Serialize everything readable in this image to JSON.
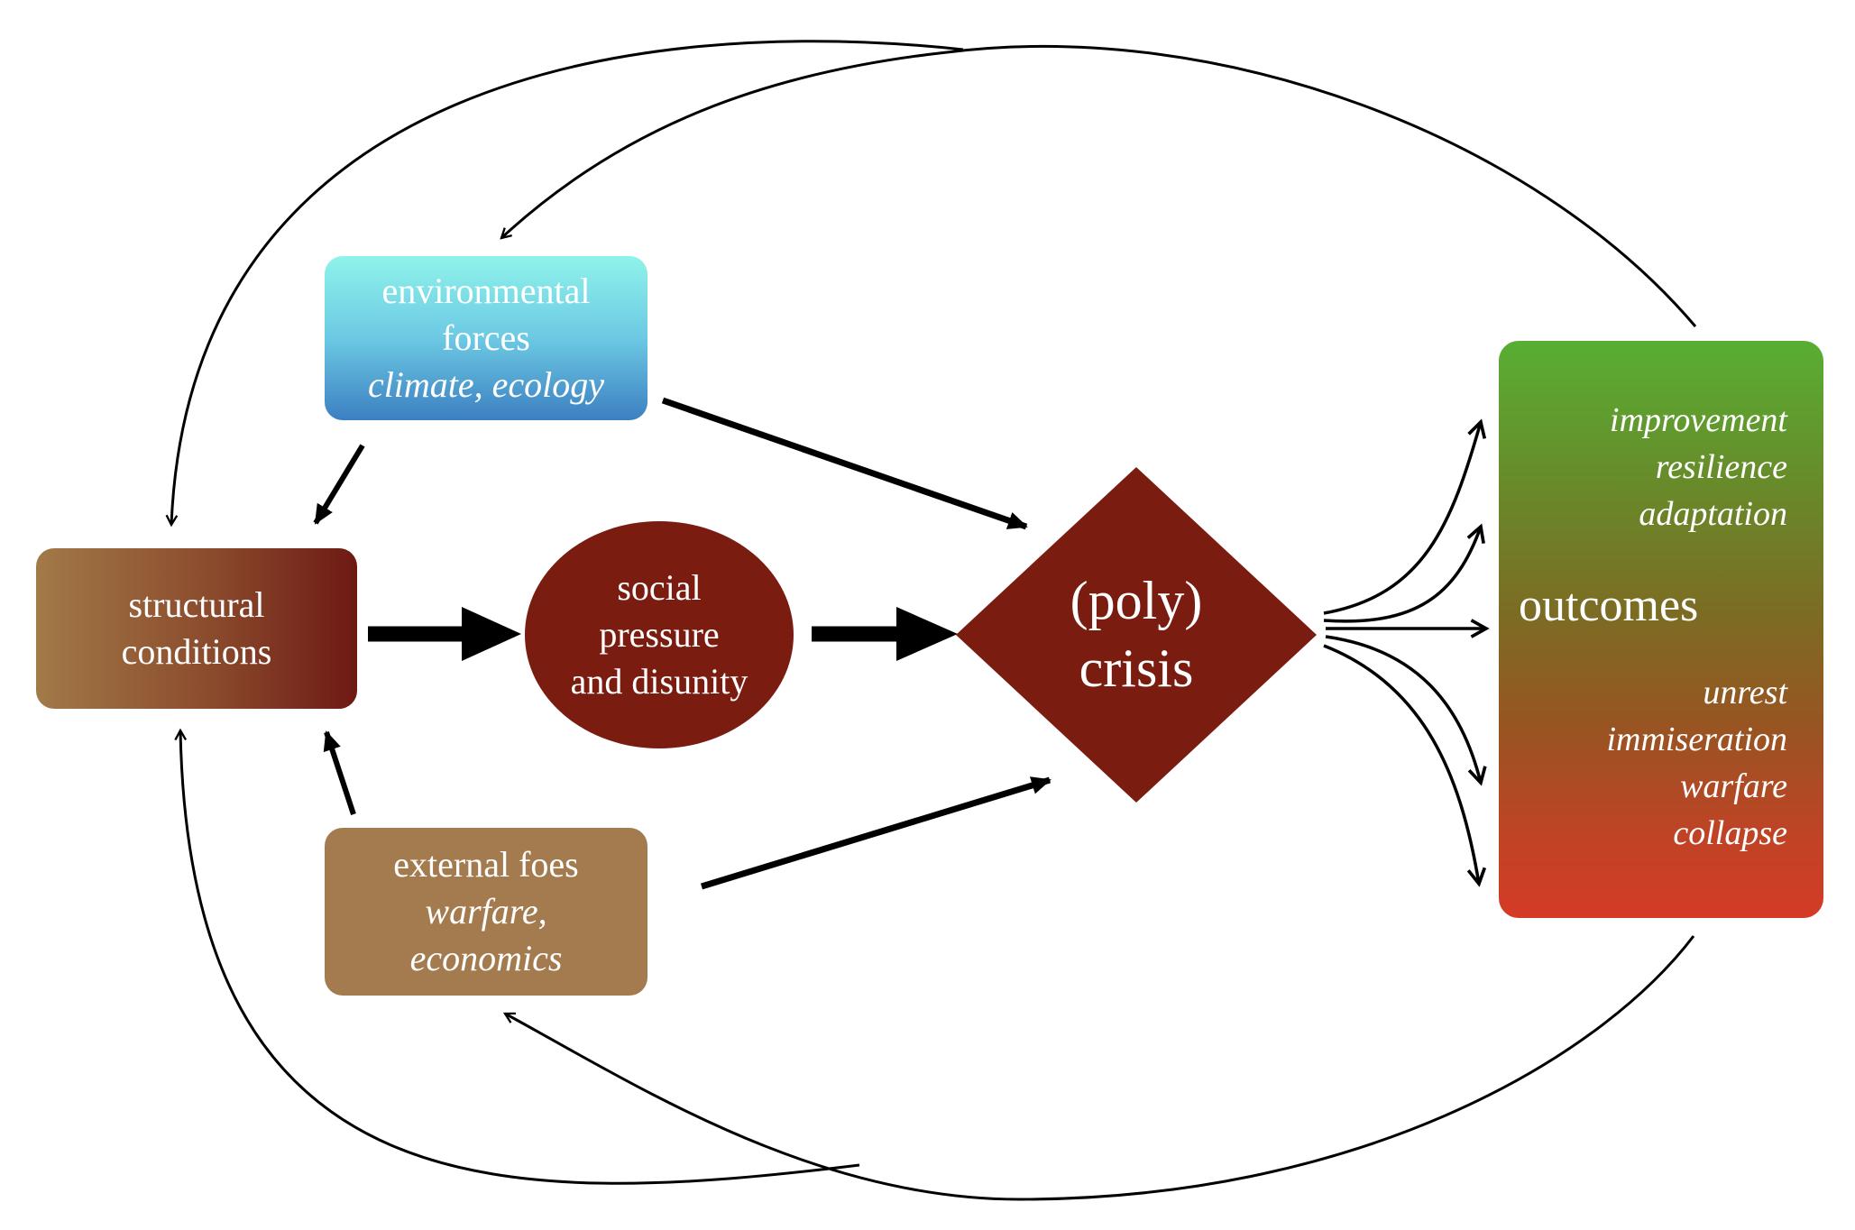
{
  "nodes": {
    "environmental": {
      "title_line1": "environmental",
      "title_line2": "forces",
      "detail": "climate, ecology"
    },
    "structural": {
      "line1": "structural",
      "line2": "conditions"
    },
    "social": {
      "line1": "social",
      "line2": "pressure",
      "line3": "and disunity"
    },
    "external": {
      "title": "external foes",
      "detail_line1": "warfare,",
      "detail_line2": "economics"
    },
    "crisis": {
      "line1": "(poly)",
      "line2": "crisis"
    },
    "outcomes": {
      "title": "outcomes",
      "positive": [
        "improvement",
        "resilience",
        "adaptation"
      ],
      "negative": [
        "unrest",
        "immiseration",
        "warfare",
        "collapse"
      ]
    }
  },
  "colors": {
    "environmental_top": "#8ff3ea",
    "environmental_bottom": "#3c7fc2",
    "structural_left": "#a27a48",
    "structural_right": "#6e1a14",
    "social": "#7b1c11",
    "crisis": "#7b1c11",
    "external": "#a47b4f",
    "outcomes_top": "#58ae33",
    "outcomes_bottom": "#d43b26",
    "arrow": "#000000"
  }
}
